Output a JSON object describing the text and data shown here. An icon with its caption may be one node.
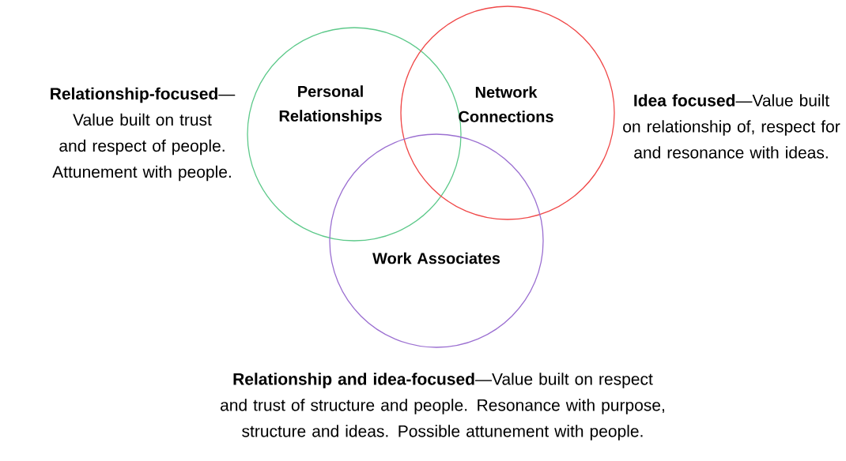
{
  "diagram": {
    "nodes": [
      {
        "text": [
          "Personal Relationships"
        ]
      },
      {
        "text": [
          "Network Connections"
        ]
      },
      {
        "text": [
          "Work Associates"
        ]
      }
    ],
    "edges": [],
    "labels": [
      "**Relationship-focused**—Value built on trust and respect of people. Attunement with people.",
      "**Idea focused**—Value built on relationship of, respect for and resonance with ideas.",
      "**Relationship and idea-focused**—Value built on respect and trust of structure and people.  Resonance with purpose, structure and ideas. Possible attunement with people."
    ]
  }
}
